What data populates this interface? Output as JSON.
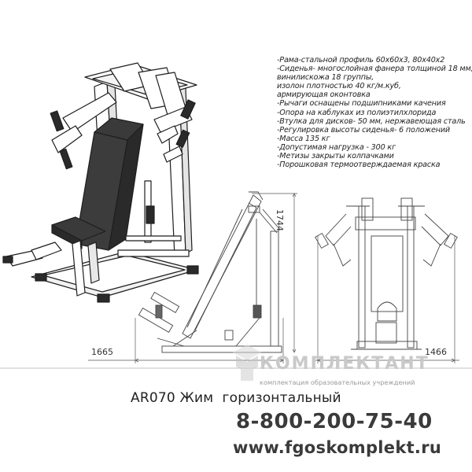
{
  "specs": [
    "-Рама-стальной профиль 60х60х3, 80х40х2",
    "-Сиденья- многослойная фанера толщиной 18 мм,",
    "винилискожа 18 группы,",
    "изолон плотностью 40 кг/м.куб,",
    "армирующая оконтовка",
    "-Рычаги оснащены подшипниками качения",
    "-Опора на каблуках из полиэтилхлорида",
    "-Втулка для дисков- 50 мм, нержавеющая сталь",
    "-Регулировка высоты сиденья- 6 положений",
    "-Масса 135 кг",
    "-Допустимая нагрузка - 300 кг",
    "-Метизы закрыты колпачками",
    "-Порошковая термоотверждаемая краска"
  ],
  "dimensions": {
    "length": "1665",
    "height": "1744",
    "width": "1466"
  },
  "product_title": "AR070 Жим  горизонтальный",
  "brand": {
    "name": "КОМПЛЕКТАНТ",
    "tagline": "комплектация образовательных учреждений",
    "phone": "8-800-200-75-40",
    "website": "www.fgoskomplekt.ru"
  }
}
